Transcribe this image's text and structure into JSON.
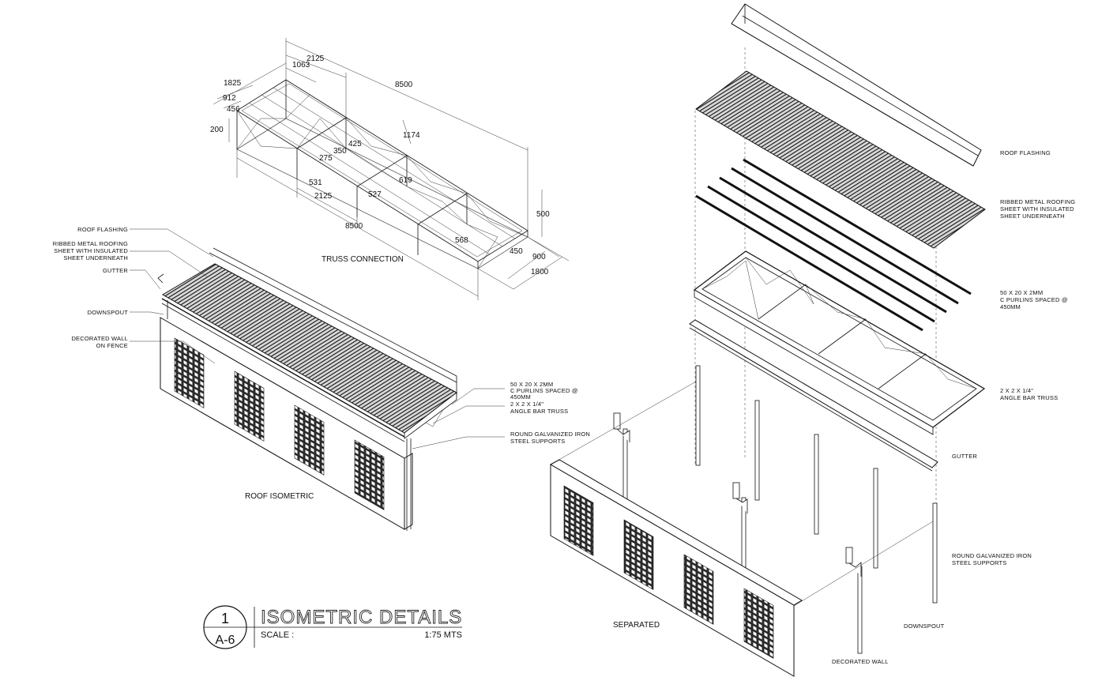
{
  "dimensions": {
    "d8500_top": "8500",
    "d2125_top": "2125",
    "d1063": "1063",
    "d1825": "1825",
    "d912": "912",
    "d456": "456",
    "d200": "200",
    "d1174": "1174",
    "d425": "425",
    "d350": "350",
    "d275": "275",
    "d619": "619",
    "d531": "531",
    "d527": "527",
    "d2125_bottom": "2125",
    "d8500_bottom": "8500",
    "d568": "568",
    "d500": "500",
    "d450": "450",
    "d900": "900",
    "d1800": "1800"
  },
  "captions": {
    "truss_connection": "TRUSS CONNECTION",
    "roof_isometric": "ROOF ISOMETRIC",
    "separated": "SEPARATED"
  },
  "left_labels": {
    "roof_flashing": "ROOF FLASHING",
    "ribbed_line1": "RIBBED METAL ROOFING",
    "ribbed_line2": "SHEET WITH INSULATED",
    "ribbed_line3": "SHEET UNDERNEATH",
    "gutter": "GUTTER",
    "downspout": "DOWNSPOUT",
    "decorated_line1": "DECORATED WALL",
    "decorated_line2": "ON FENCE",
    "purlins_line1": "50 X 20 X 2MM",
    "purlins_line2": "C PURLINS SPACED @",
    "purlins_line3": "450MM",
    "truss_line1": "2 X 2 X 1/4\"",
    "truss_line2": "ANGLE BAR TRUSS",
    "supports_line1": "ROUND GALVANIZED IRON",
    "supports_line2": "STEEL SUPPORTS"
  },
  "right_labels": {
    "roof_flashing": "ROOF FLASHING",
    "ribbed_line1": "RIBBED METAL ROOFING",
    "ribbed_line2": "SHEET WITH INSULATED",
    "ribbed_line3": "SHEET UNDERNEATH",
    "purlins_line1": "50 X 20 X 2MM",
    "purlins_line2": "C PURLINS SPACED @",
    "purlins_line3": "450MM",
    "truss_line1": "2 X 2 X 1/4\"",
    "truss_line2": "ANGLE BAR TRUSS",
    "gutter": "GUTTER",
    "supports_line1": "ROUND GALVANIZED IRON",
    "supports_line2": "STEEL SUPPORTS",
    "downspout": "DOWNSPOUT",
    "decorated_wall": "DECORATED WALL"
  },
  "title_block": {
    "detail_number": "1",
    "sheet_number": "A-6",
    "title": "ISOMETRIC DETAILS",
    "scale_label": "SCALE :",
    "scale_value": "1:75 MTS"
  }
}
